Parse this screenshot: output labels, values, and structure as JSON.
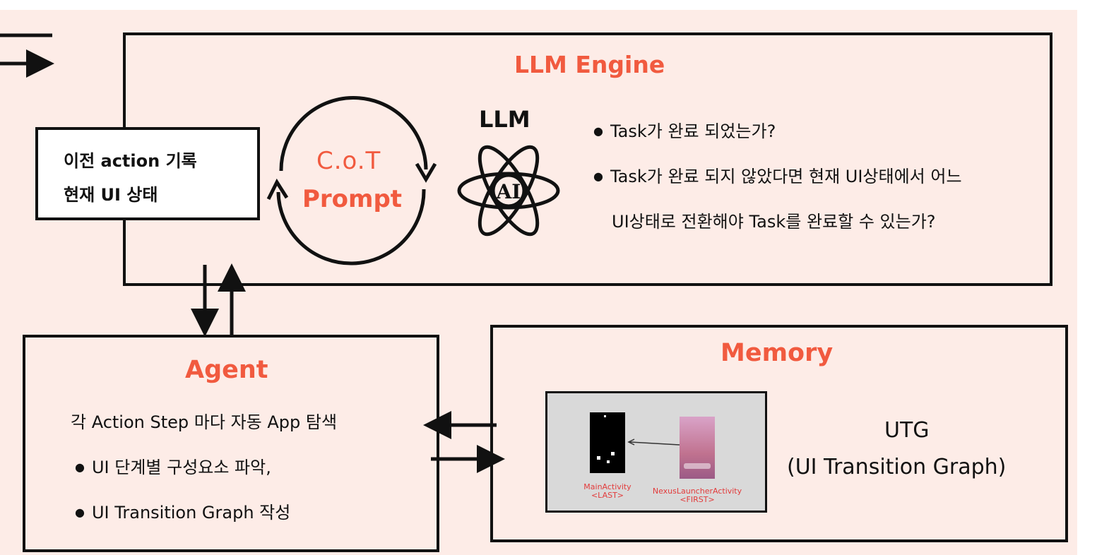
{
  "engine": {
    "title": "LLM Engine",
    "cot_line1": "C.o.T",
    "cot_line2": "Prompt",
    "llm_label": "LLM",
    "ai_badge": "AI",
    "bullets": [
      "Task가 완료 되었는가?",
      "Task가 완료 되지 않았다면 현재 UI상태에서 어느"
    ],
    "bullet_cont": "UI상태로 전환해야 Task를 완료할 수 있는가?"
  },
  "input": {
    "line1": "이전 action 기록",
    "line2": "현재 UI 상태"
  },
  "agent": {
    "title": "Agent",
    "line1": "각 Action Step 마다 자동 App 탐색",
    "bullets": [
      "UI 단계별 구성요소 파악,",
      "UI Transition Graph 작성"
    ]
  },
  "memory": {
    "title": "Memory",
    "utg_line1": "UTG",
    "utg_line2": "(UI Transition Graph)",
    "node_left_line1": "MainActivity",
    "node_left_line2": "<LAST>",
    "node_right_line1": "NexusLauncherActivity",
    "node_right_line2": "<FIRST>"
  },
  "colors": {
    "accent": "#f15a3f",
    "background": "#fdece7",
    "stroke": "#111111"
  }
}
